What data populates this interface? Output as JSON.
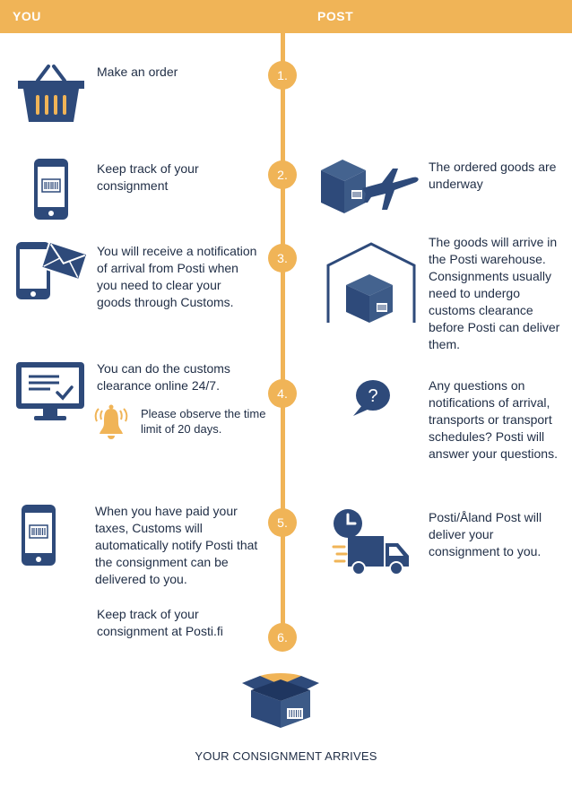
{
  "header": {
    "left_label": "YOU",
    "right_label": "POST"
  },
  "colors": {
    "accent": "#f0b457",
    "navy": "#2e4a7a",
    "text": "#1f2d45"
  },
  "steps": [
    {
      "number": "1.",
      "you_text": "Make an order",
      "post_text": ""
    },
    {
      "number": "2.",
      "you_text": "Keep track of your consignment",
      "post_text": "The ordered goods are underway"
    },
    {
      "number": "3.",
      "you_text": "You will receive a notification of arrival from Posti when you need to clear your goods through Customs.",
      "post_text": "The goods will arrive in the Posti warehouse. Consignments usually need to undergo customs clearance before Posti can deliver them."
    },
    {
      "number": "4.",
      "you_text": "You can do the customs clearance online 24/7.",
      "note_text": "Please observe the time limit of 20 days.",
      "post_text": "Any questions on notifications of arrival, transports or transport schedules? Posti will answer your questions."
    },
    {
      "number": "5.",
      "you_text": "When you have paid your taxes, Customs will automatically notify Posti that the consignment can be delivered to you.",
      "post_text": "Posti/Åland Post will deliver your consignment to you."
    },
    {
      "number": "6.",
      "you_text": "Keep track of your consignment at Posti.fi",
      "post_text": ""
    }
  ],
  "footer": {
    "label": "YOUR CONSIGNMENT ARRIVES"
  },
  "icons": [
    "shopping-basket-icon",
    "mobile-barcode-icon",
    "box-airplane-icon",
    "mobile-envelope-icon",
    "warehouse-box-icon",
    "monitor-check-icon",
    "alarm-bell-icon",
    "question-bubble-icon",
    "delivery-truck-clock-icon",
    "open-box-icon"
  ]
}
